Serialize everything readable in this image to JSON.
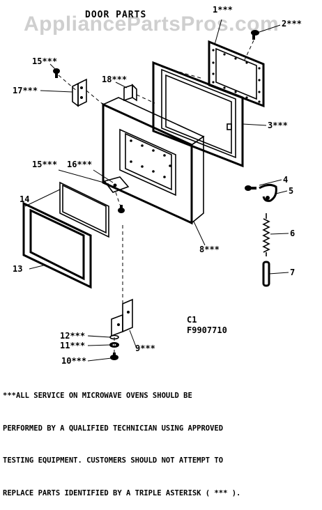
{
  "watermark": "AppliancePartsPros.com",
  "title": "DOOR PARTS",
  "ref_code_line1": "C1",
  "ref_code_line2": "F9907710",
  "labels": {
    "p1": "1***",
    "p2": "2***",
    "p3": "3***",
    "p4": "4",
    "p5": "5",
    "p6": "6",
    "p7": "7",
    "p8": "8***",
    "p9": "9***",
    "p10": "10***",
    "p11": "11***",
    "p12": "12***",
    "p13": "13",
    "p14": "14",
    "p15a": "15***",
    "p15b": "15***",
    "p16": "16***",
    "p17": "17***",
    "p18": "18***"
  },
  "notice_lines": [
    "***ALL SERVICE ON MICROWAVE OVENS SHOULD BE",
    "PERFORMED BY A QUALIFIED TECHNICIAN USING APPROVED",
    "TESTING EQUIPMENT. CUSTOMERS SHOULD NOT ATTEMPT TO",
    "REPLACE PARTS IDENTIFIED BY A TRIPLE ASTERISK ( *** )."
  ]
}
